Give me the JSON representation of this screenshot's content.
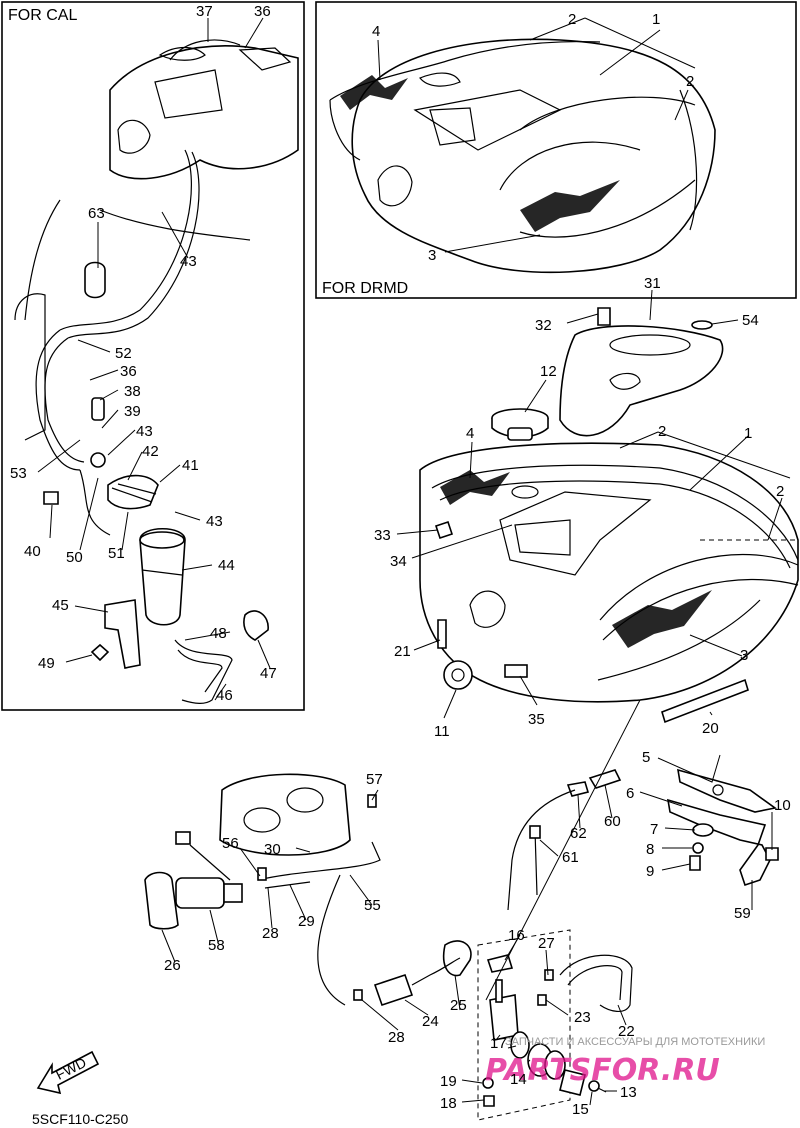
{
  "insets": {
    "cal_title": "FOR CAL",
    "drmd_title": "FOR DRMD"
  },
  "diagram_code": "5SCF110-C250",
  "fwd_label": "FWD",
  "watermark": {
    "line1": "ЗАПЧАСТИ И АКСЕССУАРЫ ДЛЯ МОТОТЕХНИКИ",
    "line2": "PARTSFOR.RU"
  },
  "callouts": {
    "c1": "1",
    "c2": "2",
    "c3": "3",
    "c4": "4",
    "c5": "5",
    "c6": "6",
    "c7": "7",
    "c8": "8",
    "c9": "9",
    "c10": "10",
    "c11": "11",
    "c12": "12",
    "c13": "13",
    "c14": "14",
    "c15": "15",
    "c16": "16",
    "c17": "17",
    "c18": "18",
    "c19": "19",
    "c20": "20",
    "c21": "21",
    "c22": "22",
    "c23": "23",
    "c24": "24",
    "c25": "25",
    "c26": "26",
    "c27": "27",
    "c28": "28",
    "c29": "29",
    "c30": "30",
    "c31": "31",
    "c32": "32",
    "c33": "33",
    "c34": "34",
    "c35": "35",
    "c36": "36",
    "c37": "37",
    "c38": "38",
    "c39": "39",
    "c40": "40",
    "c41": "41",
    "c42": "42",
    "c43": "43",
    "c44": "44",
    "c45": "45",
    "c46": "46",
    "c47": "47",
    "c48": "48",
    "c49": "49",
    "c50": "50",
    "c51": "51",
    "c52": "52",
    "c53": "53",
    "c54": "54",
    "c55": "55",
    "c56": "56",
    "c57": "57",
    "c58": "58",
    "c59": "59",
    "c60": "60",
    "c61": "61",
    "c62": "62",
    "c63": "63"
  }
}
